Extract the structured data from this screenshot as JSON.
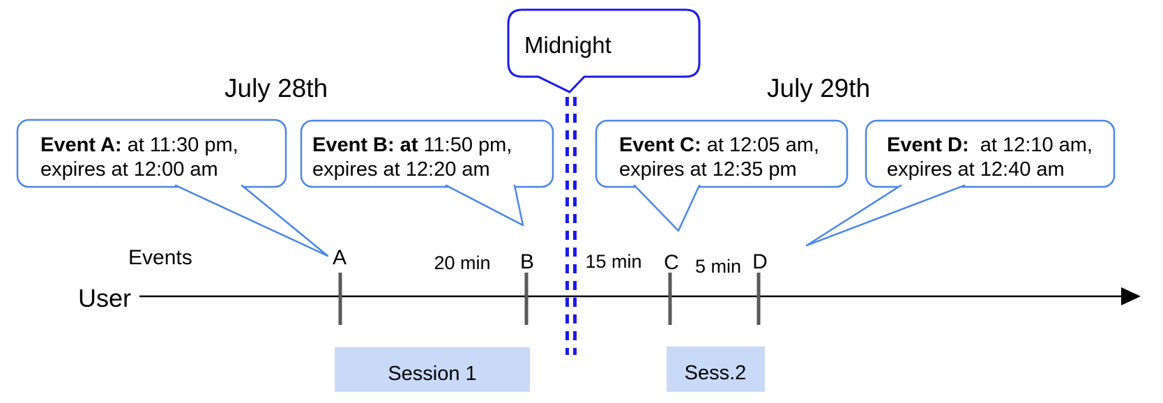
{
  "dates": {
    "left": "July 28th",
    "right": "July 29th"
  },
  "midnight": {
    "label": "Midnight"
  },
  "axis": {
    "events": "Events",
    "user": "User"
  },
  "callouts": {
    "a": {
      "bold": "Event A:",
      "time": " at 11:30 pm,",
      "expires": "expires at 12:00 am"
    },
    "b": {
      "bold": "Event B: at",
      "time": " 11:50 pm,",
      "expires": "expires at 12:20 am"
    },
    "c": {
      "bold": "Event C:",
      "time": " at 12:05 am,",
      "expires": "expires at 12:35 pm"
    },
    "d": {
      "bold": "Event D:",
      "time": "  at 12:10 am,",
      "expires": "expires at 12:40 am"
    }
  },
  "markers": {
    "a": "A",
    "b": "B",
    "c": "C",
    "d": "D"
  },
  "durations": {
    "a_b": "20 min",
    "b_c": "15 min",
    "c_d": "5 min"
  },
  "sessions": {
    "s1": "Session 1",
    "s2": "Sess.2"
  },
  "colors": {
    "accent_blue": "#4a86e8",
    "midnight_blue": "#1b1be8",
    "session_fill": "#c9daf8",
    "tick_gray": "#595959",
    "timeline_black": "#000000"
  }
}
